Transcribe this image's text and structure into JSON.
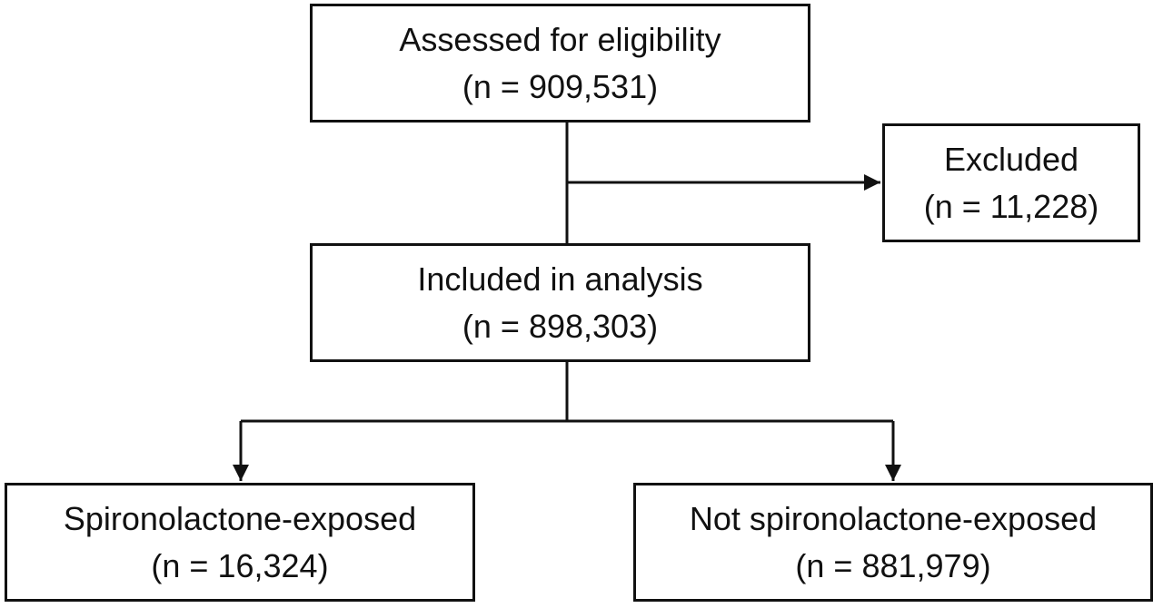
{
  "nodes": {
    "assessed": {
      "label": "Assessed for eligibility",
      "count": "(n = 909,531)"
    },
    "excluded": {
      "label": "Excluded",
      "count": "(n = 11,228)"
    },
    "included": {
      "label": "Included in analysis",
      "count": "(n = 898,303)"
    },
    "spironolactone_exposed": {
      "label": "Spironolactone-exposed",
      "count": "(n = 16,324)"
    },
    "not_spironolactone_exposed": {
      "label": "Not spironolactone-exposed",
      "count": "(n = 881,979)"
    }
  },
  "edges": [
    {
      "from": "assessed",
      "to": "excluded"
    },
    {
      "from": "assessed",
      "to": "included"
    },
    {
      "from": "included",
      "to": "spironolactone_exposed"
    },
    {
      "from": "included",
      "to": "not_spironolactone_exposed"
    }
  ],
  "colors": {
    "line": "#111111",
    "box_border": "#111111",
    "background": "#ffffff"
  }
}
